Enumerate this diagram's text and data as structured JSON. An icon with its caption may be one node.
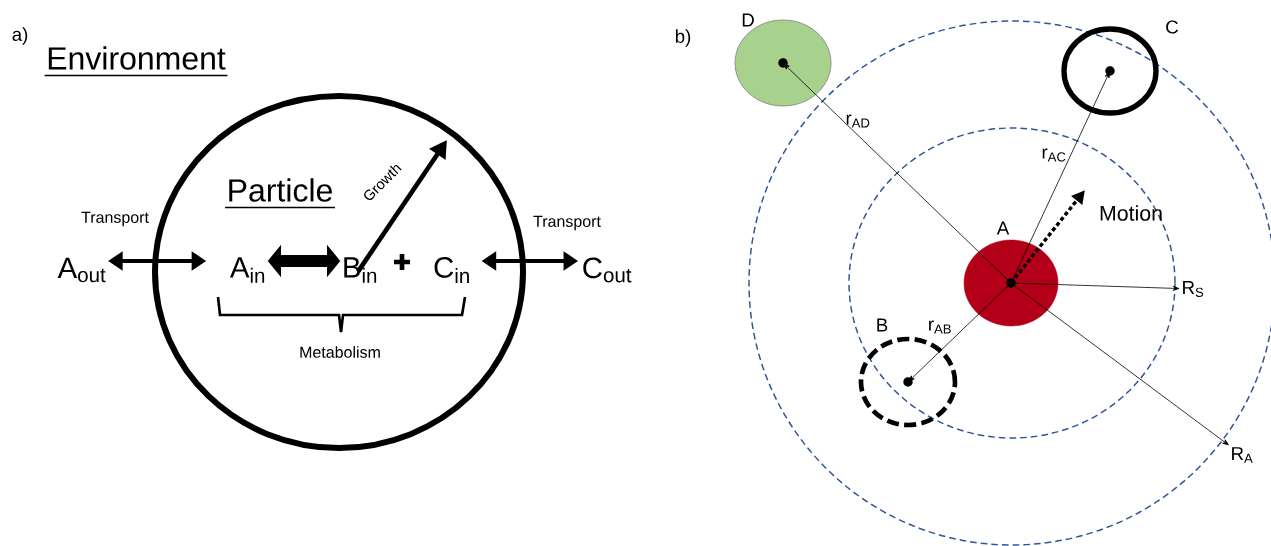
{
  "diagram": {
    "nodes": [
      {
        "text": [
          "Particle"
        ]
      },
      {
        "text": [
          "A$_{out}$"
        ]
      },
      {
        "text": [
          "A$_{in}$"
        ],
        "in": 0
      },
      {
        "text": [
          "B$_{in}$"
        ],
        "in": 0
      },
      {
        "text": [
          "C$_{in}$"
        ],
        "in": 0
      },
      {
        "text": [
          "C$_{out}$"
        ]
      },
      {
        "text": [
          "D"
        ]
      },
      {
        "text": [
          "C"
        ]
      },
      {
        "text": [
          "A"
        ]
      },
      {
        "text": [
          "R$_{S}$"
        ]
      },
      {
        "text": [
          "B"
        ]
      },
      {
        "text": [
          "R$_{A}$"
        ]
      }
    ],
    "edges": [
      {
        "from": 1,
        "to": 2,
        "arrow": "both",
        "label": "Transport",
        "style": "thick"
      },
      {
        "from": 2,
        "to": 3,
        "arrow": "both",
        "style": "thick"
      },
      {
        "from": 4,
        "to": 5,
        "arrow": "both",
        "label": "Transport",
        "style": "thick"
      },
      {
        "from": 3,
        "to": null,
        "arrow": "to",
        "label": "Growth",
        "style": "thick"
      },
      {
        "from": 8,
        "to": 6,
        "arrow": "to",
        "label": "r$_{AD}$"
      },
      {
        "from": 8,
        "to": 7,
        "arrow": "to",
        "label": "r$_{AC}$"
      },
      {
        "from": 8,
        "to": null,
        "arrow": "to",
        "label": "Motion",
        "style": "dashed"
      },
      {
        "from": 8,
        "to": 9,
        "arrow": "to"
      },
      {
        "from": 8,
        "to": 10,
        "arrow": "to",
        "label": "r$_{AB}$"
      },
      {
        "from": 8,
        "to": 11,
        "arrow": "to"
      }
    ],
    "labels": [
      "a)",
      "Environment",
      "Metabolism",
      "b)"
    ]
  }
}
